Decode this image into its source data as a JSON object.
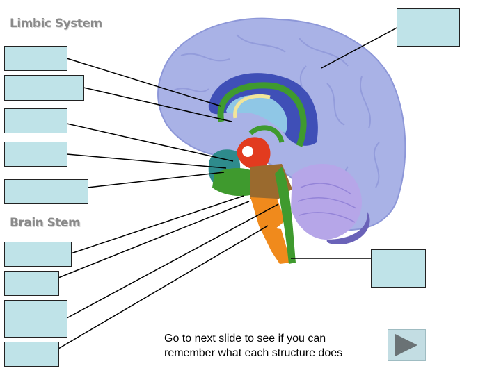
{
  "headings": {
    "limbic": "Limbic System",
    "brainstem": "Brain Stem"
  },
  "label_boxes": [
    {
      "id": "cortex",
      "value": ""
    },
    {
      "id": "limbic-1",
      "value": ""
    },
    {
      "id": "limbic-2",
      "value": ""
    },
    {
      "id": "limbic-3",
      "value": ""
    },
    {
      "id": "limbic-4",
      "value": ""
    },
    {
      "id": "limbic-5",
      "value": ""
    },
    {
      "id": "stem-1",
      "value": ""
    },
    {
      "id": "stem-2",
      "value": ""
    },
    {
      "id": "stem-3",
      "value": ""
    },
    {
      "id": "stem-4",
      "value": ""
    },
    {
      "id": "cerebellum",
      "value": ""
    }
  ],
  "caption": {
    "line1": "Go to next slide to see if you can",
    "line2": "remember what each structure does"
  },
  "navigation": {
    "next_icon": "play-triangle-icon"
  },
  "colors": {
    "label_box_fill": "#bfe3e8",
    "cerebrum": "#a9b2e6",
    "corpus_callosum": "#3f4fb7",
    "limbic_green": "#3f9a2e",
    "thalamus_red": "#e23b1f",
    "brainstem_orange": "#f08a1c",
    "cerebellum": "#b6a6e8"
  }
}
